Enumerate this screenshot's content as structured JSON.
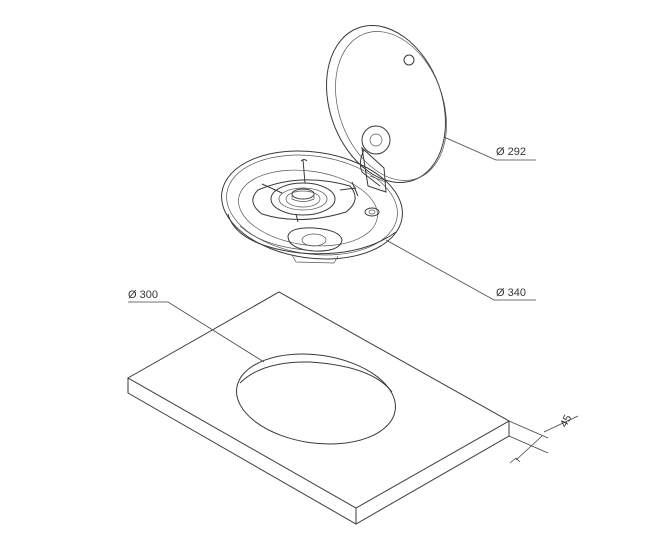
{
  "dimensions": {
    "lid_diameter": "Ø 292",
    "rim_diameter": "Ø 340",
    "cutout_diameter": "Ø 300",
    "thickness": "45"
  }
}
